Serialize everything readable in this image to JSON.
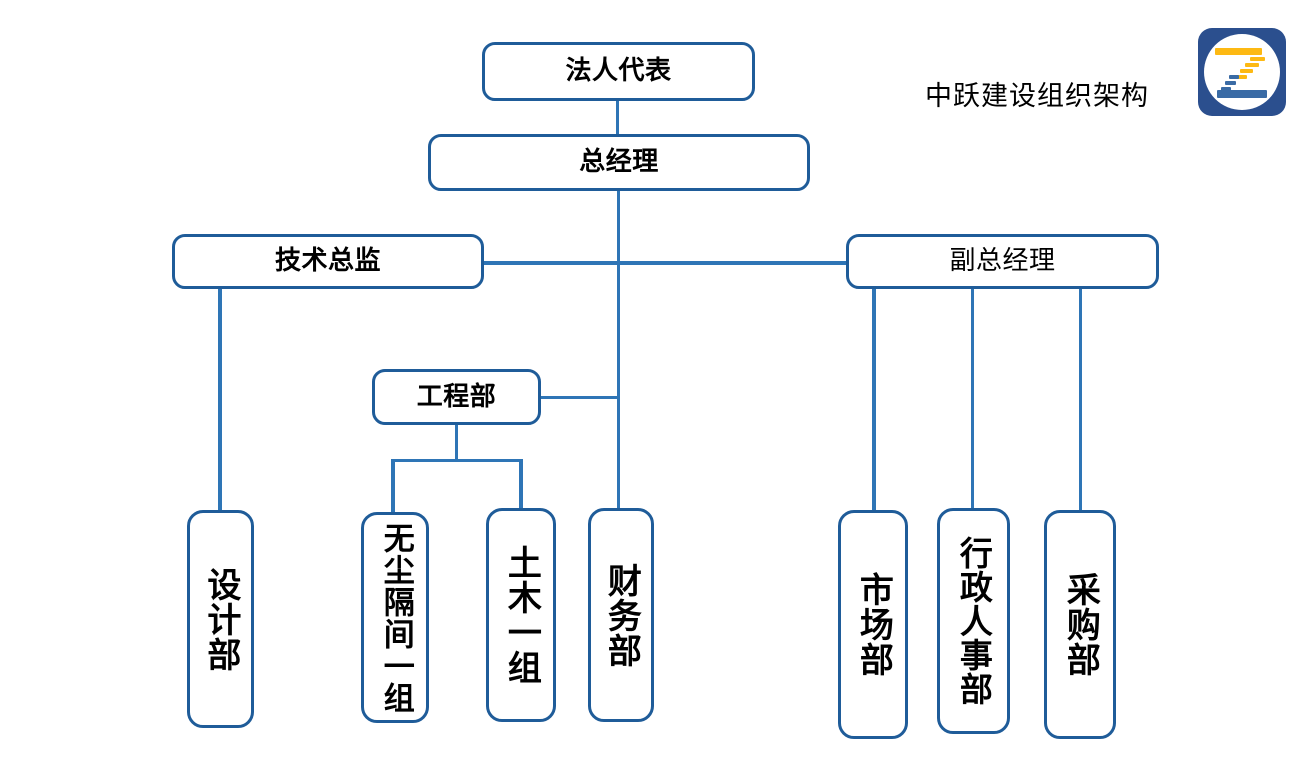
{
  "document": {
    "title": "中跃建设组织架构",
    "type": "organization-chart",
    "language": "zh-CN"
  },
  "brand": {
    "logo_name": "zhongyue-z-logo",
    "plate_color": "#2B4F8E",
    "disc_color": "#FFFFFF",
    "accent_yellow": "#FDB913",
    "accent_blue": "#3A6BA5"
  },
  "theme": {
    "box_border": "#1F5C99",
    "connector": "#2E75B6",
    "box_fill": "#FFFFFF",
    "text": "#000000"
  },
  "chart_data": {
    "type": "diagram",
    "title": "中跃建设组织架构",
    "nodes": [
      {
        "id": "legal",
        "label": "法人代表",
        "level": 0,
        "orientation": "horizontal",
        "bold": true
      },
      {
        "id": "gm",
        "label": "总经理",
        "level": 1,
        "orientation": "horizontal",
        "bold": true
      },
      {
        "id": "cto",
        "label": "技术总监",
        "level": 2,
        "orientation": "horizontal",
        "bold": true
      },
      {
        "id": "dgm",
        "label": "副总经理",
        "level": 2,
        "orientation": "horizontal",
        "bold": false
      },
      {
        "id": "eng",
        "label": "工程部",
        "level": 3,
        "orientation": "horizontal",
        "bold": true
      },
      {
        "id": "design",
        "label": "设计部",
        "level": 4,
        "orientation": "vertical",
        "bold": true
      },
      {
        "id": "cleanroom",
        "label": "无尘隔间一组",
        "level": 4,
        "orientation": "vertical",
        "bold": true
      },
      {
        "id": "civil",
        "label": "土木一组",
        "level": 4,
        "orientation": "vertical",
        "bold": true
      },
      {
        "id": "finance",
        "label": "财务部",
        "level": 4,
        "orientation": "vertical",
        "bold": true
      },
      {
        "id": "marketing",
        "label": "市场部",
        "level": 4,
        "orientation": "vertical",
        "bold": true
      },
      {
        "id": "hr",
        "label": "行政人事部",
        "level": 4,
        "orientation": "vertical",
        "bold": true
      },
      {
        "id": "purchase",
        "label": "采购部",
        "level": 4,
        "orientation": "vertical",
        "bold": true
      }
    ],
    "edges": [
      {
        "from": "legal",
        "to": "gm"
      },
      {
        "from": "gm",
        "to": "cto"
      },
      {
        "from": "gm",
        "to": "dgm"
      },
      {
        "from": "gm",
        "to": "eng"
      },
      {
        "from": "gm",
        "to": "finance"
      },
      {
        "from": "cto",
        "to": "design"
      },
      {
        "from": "eng",
        "to": "cleanroom"
      },
      {
        "from": "eng",
        "to": "civil"
      },
      {
        "from": "dgm",
        "to": "marketing"
      },
      {
        "from": "dgm",
        "to": "hr"
      },
      {
        "from": "dgm",
        "to": "purchase"
      }
    ]
  }
}
